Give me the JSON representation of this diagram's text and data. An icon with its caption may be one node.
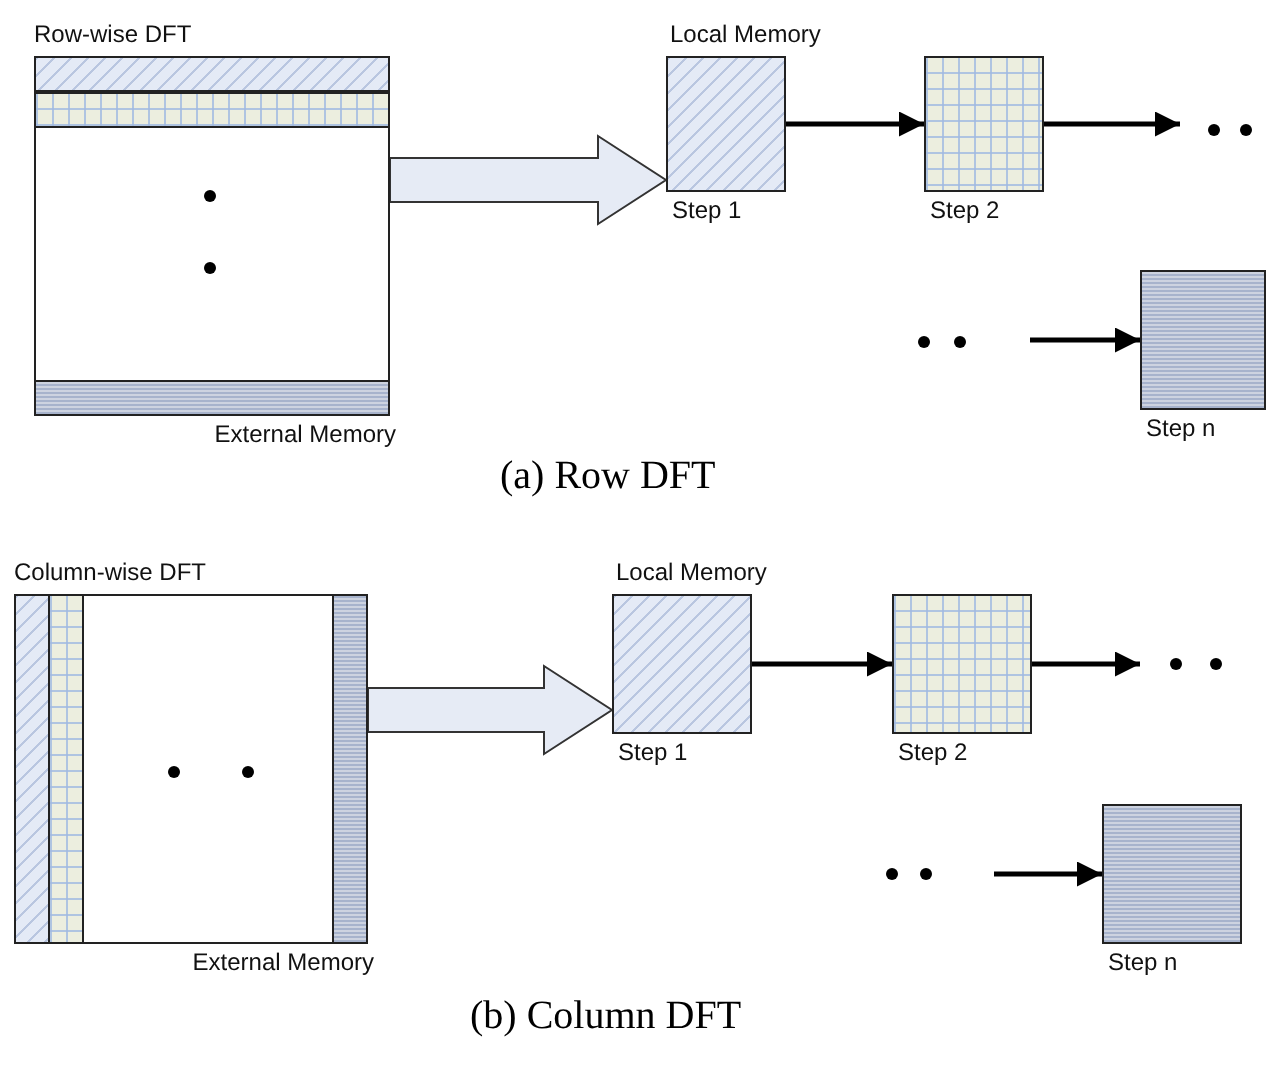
{
  "diagram": {
    "nodes": [
      {
        "text": [
          "Row-wise DFT"
        ],
        "beside": [
          "External Memory"
        ]
      },
      {
        "text": [],
        "shape": "bar",
        "in": 0
      },
      {
        "text": [],
        "shape": "bar",
        "in": 0
      },
      {
        "text": [],
        "shape": "bar",
        "in": 0
      },
      {
        "text": [],
        "shape": "box",
        "beside": [
          "Local Memory",
          "Step 1"
        ]
      },
      {
        "text": [],
        "shape": "box",
        "beside": [
          "Step 2"
        ]
      },
      {
        "text": [],
        "shape": "box",
        "beside": [
          "Step n"
        ]
      },
      {
        "text": [
          "Column-wise DFT"
        ],
        "beside": [
          "External Memory"
        ]
      },
      {
        "text": [],
        "shape": "bar",
        "in": 7
      },
      {
        "text": [],
        "shape": "bar",
        "in": 7
      },
      {
        "text": [],
        "shape": "bar",
        "in": 7
      },
      {
        "text": [],
        "shape": "box",
        "beside": [
          "Local Memory",
          "Step 1"
        ]
      },
      {
        "text": [],
        "shape": "box",
        "beside": [
          "Step 2"
        ]
      },
      {
        "text": [],
        "shape": "box",
        "beside": [
          "Step n"
        ]
      }
    ],
    "edges": [
      {
        "from": 0,
        "to": 4,
        "arrow": "to",
        "style": "thick"
      },
      {
        "from": 4,
        "to": 5,
        "arrow": "to"
      },
      {
        "from": 5,
        "to": null,
        "arrow": "to"
      },
      {
        "from": null,
        "to": 6,
        "arrow": "to"
      },
      {
        "from": 7,
        "to": 11,
        "arrow": "to",
        "style": "thick"
      },
      {
        "from": 11,
        "to": 12,
        "arrow": "to"
      },
      {
        "from": 12,
        "to": null,
        "arrow": "to"
      },
      {
        "from": null,
        "to": 13,
        "arrow": "to"
      }
    ],
    "labels": [
      "(a) Row DFT",
      "(b) Column DFT"
    ]
  }
}
